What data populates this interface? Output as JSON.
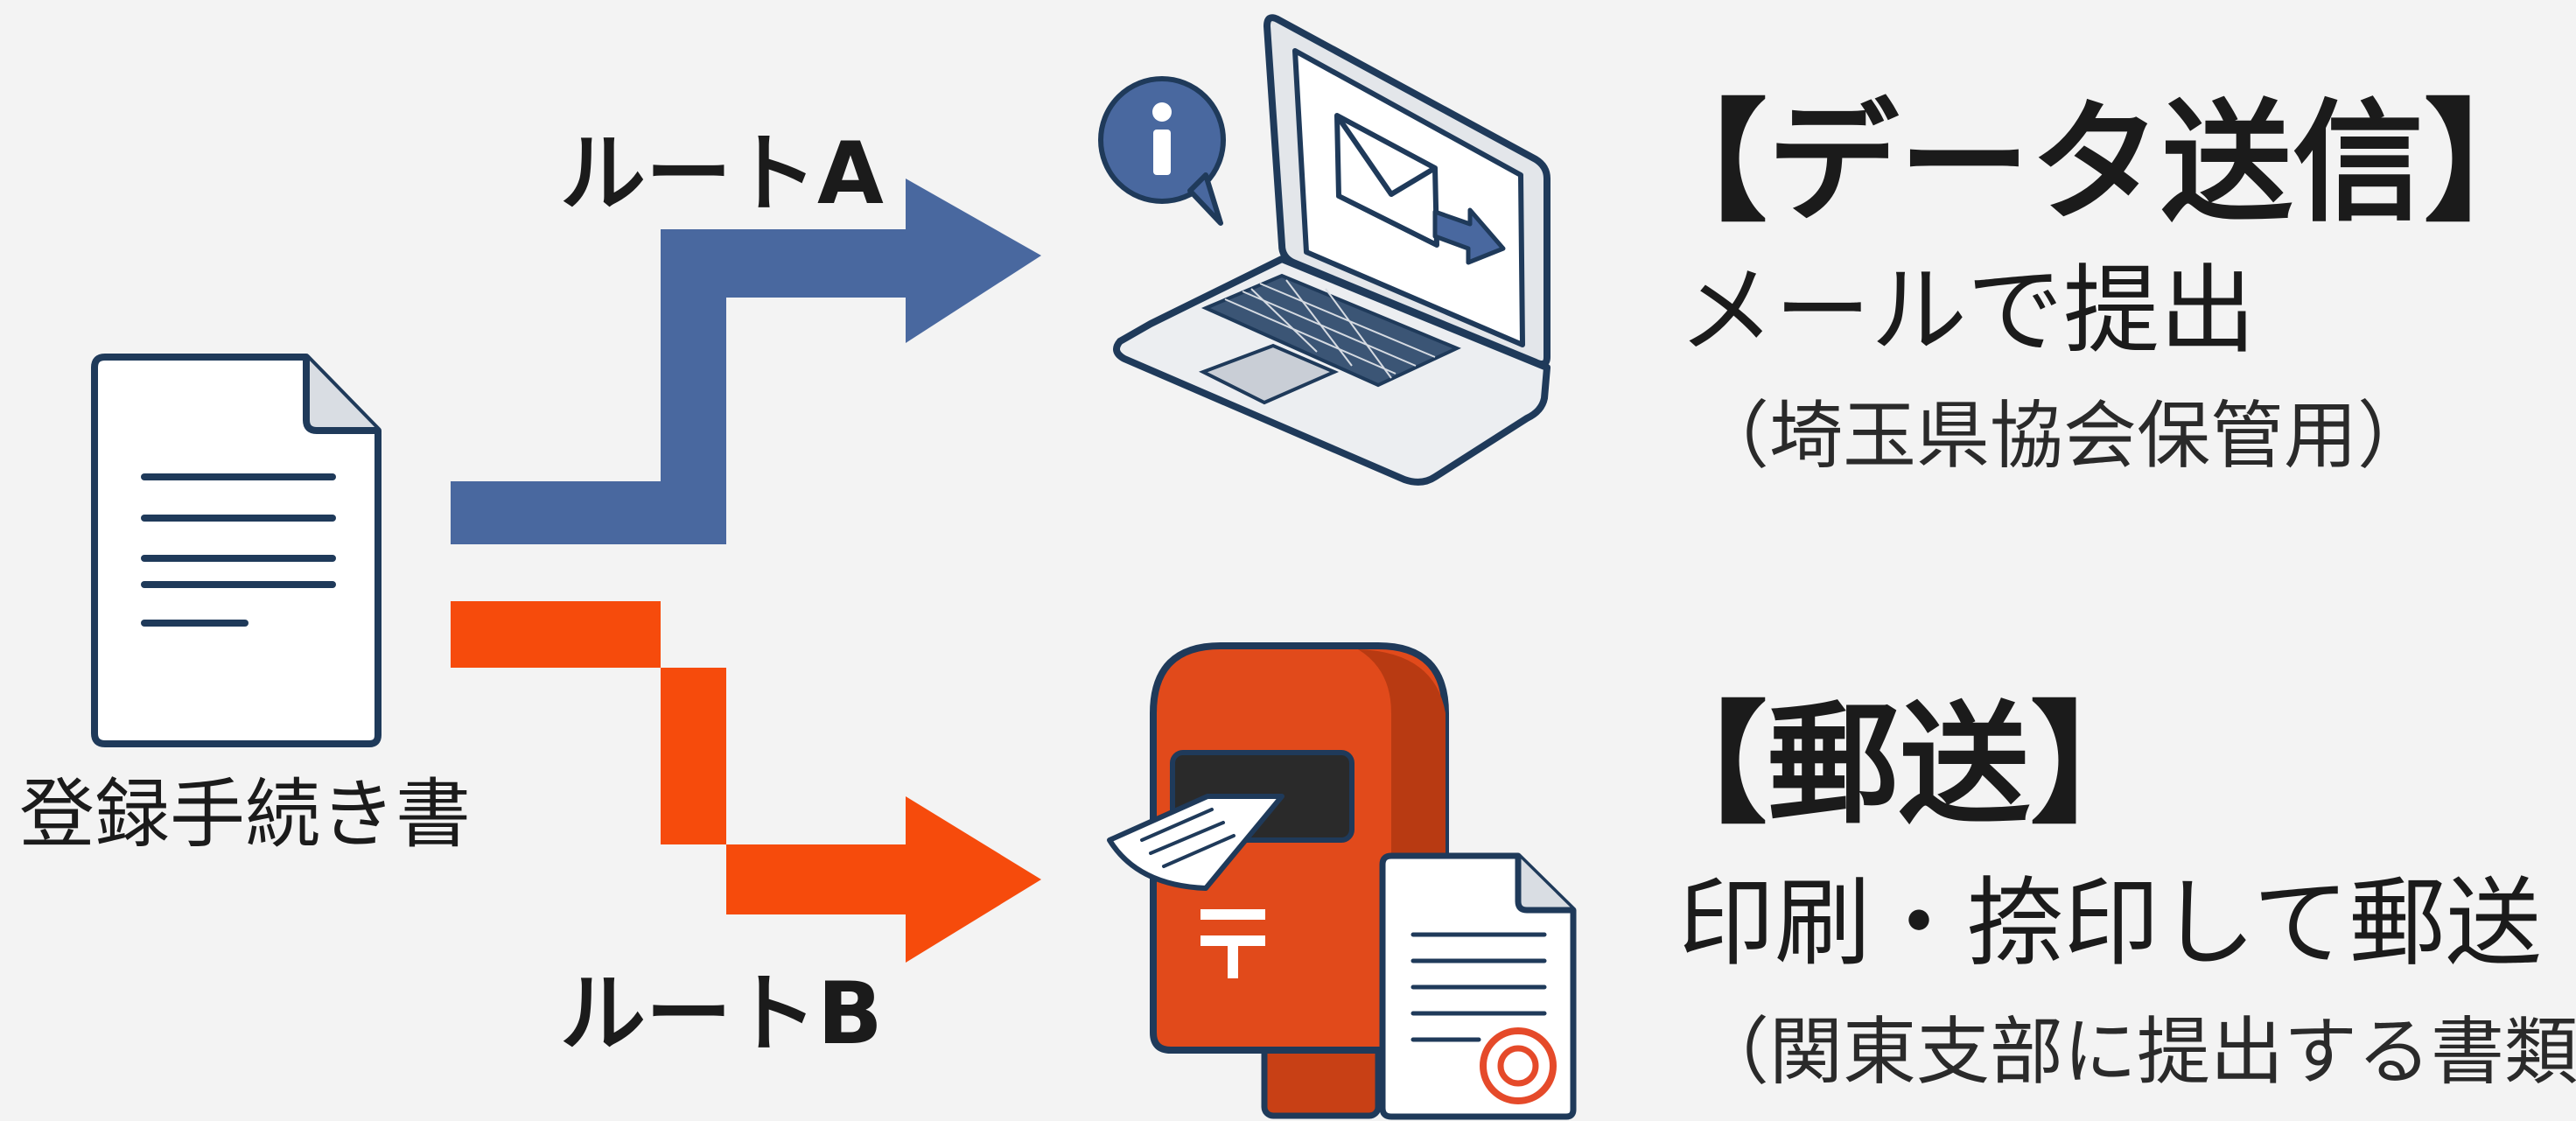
{
  "source_document": {
    "label": "登録手続き書"
  },
  "route_a": {
    "label": "ルートA",
    "color": "#49689f",
    "heading": "【データ送信】",
    "method": "メールで提出",
    "note": "（埼玉県協会保管用）",
    "icons": [
      "laptop-icon",
      "mail-envelope-icon",
      "info-bubble-icon"
    ]
  },
  "route_b": {
    "label": "ルートB",
    "color": "#f64b0c",
    "heading": "【郵送】",
    "method": "印刷・捺印して郵送",
    "note": "（関東支部に提出する書類）",
    "icons": [
      "post-box-icon",
      "postal-mark-icon",
      "stamped-document-icon"
    ]
  }
}
